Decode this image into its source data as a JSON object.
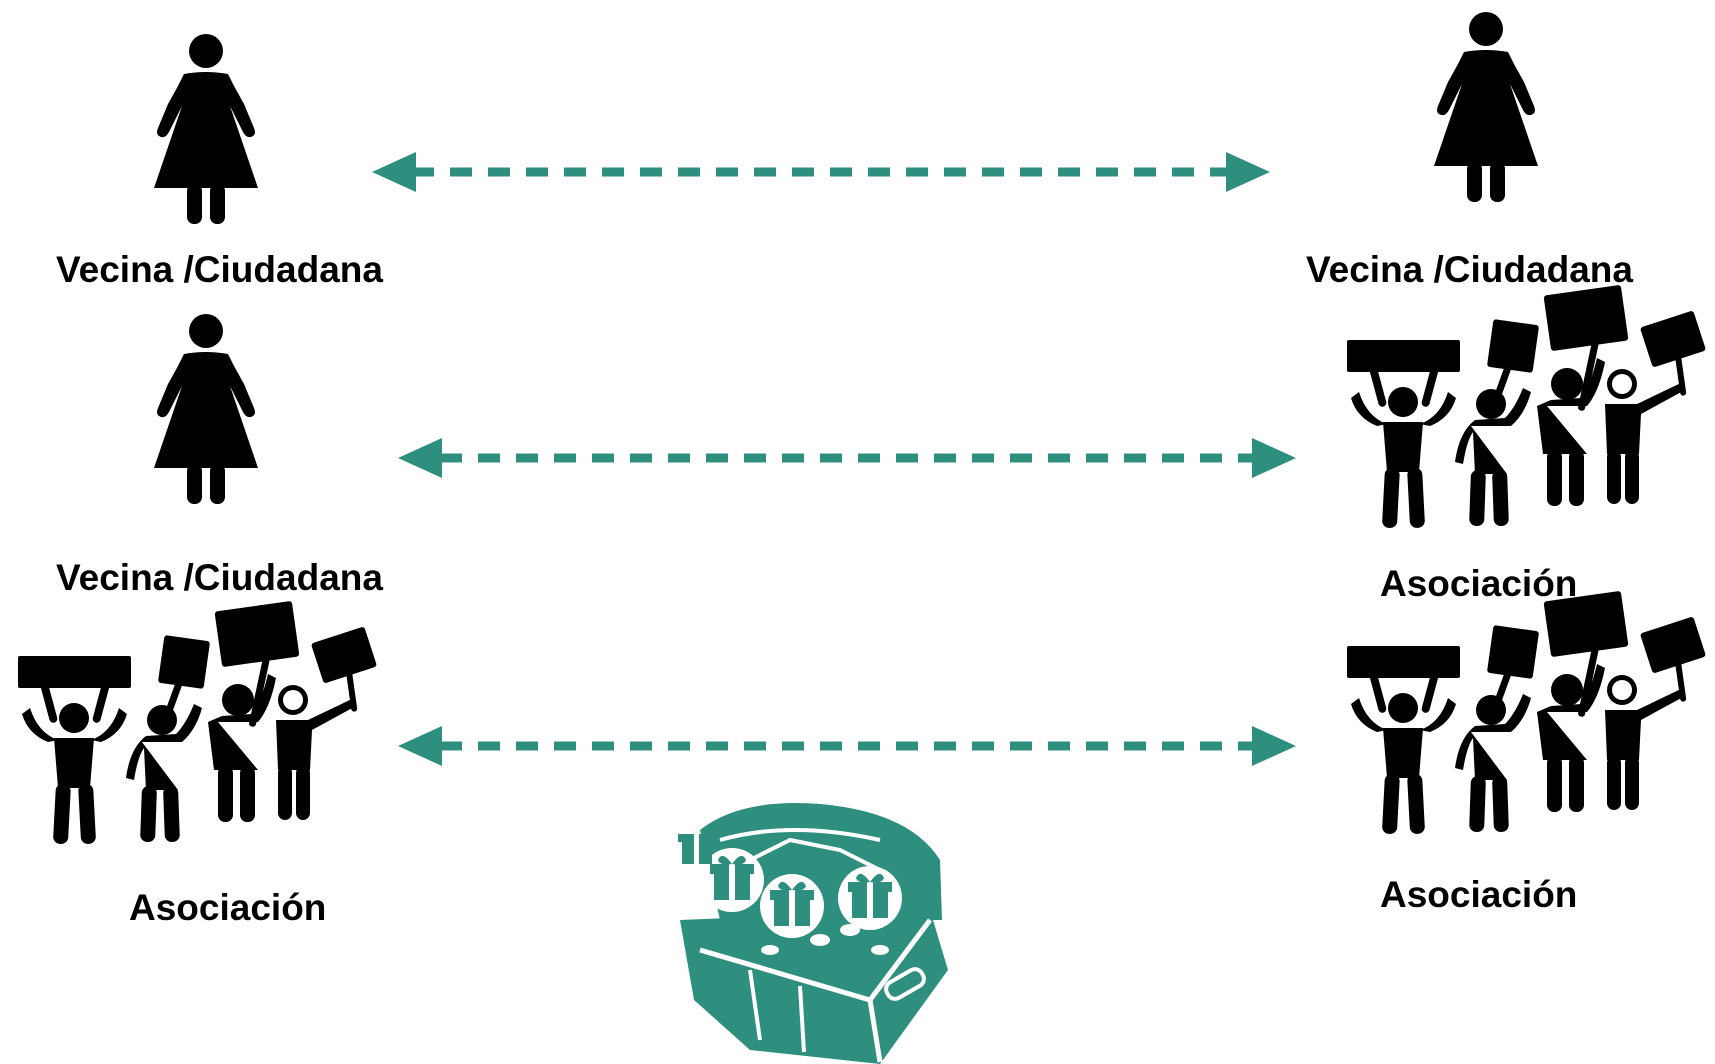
{
  "nodes": [
    {
      "id": "left-1",
      "type": "person",
      "label": "Vecina /Ciudadana"
    },
    {
      "id": "right-1",
      "type": "person",
      "label": "Vecina /Ciudadana"
    },
    {
      "id": "left-2",
      "type": "person",
      "label": "Vecina /Ciudadana"
    },
    {
      "id": "right-2",
      "type": "association",
      "label": "Asociación"
    },
    {
      "id": "left-3",
      "type": "association",
      "label": "Asociación"
    },
    {
      "id": "right-3",
      "type": "association",
      "label": "Asociación"
    }
  ],
  "edges": [
    {
      "from": "left-1",
      "to": "right-1",
      "style": "dashed",
      "direction": "bidirectional"
    },
    {
      "from": "left-2",
      "to": "right-2",
      "style": "dashed",
      "direction": "bidirectional"
    },
    {
      "from": "left-3",
      "to": "right-3",
      "style": "dashed",
      "direction": "bidirectional"
    }
  ],
  "icons": {
    "person": "woman-icon",
    "association": "protest-group-icon",
    "treasure": "treasure-chest-icon"
  },
  "colors": {
    "arrow": "#2f8f7f",
    "icon": "#000000",
    "chest": "#2f8f7f"
  }
}
